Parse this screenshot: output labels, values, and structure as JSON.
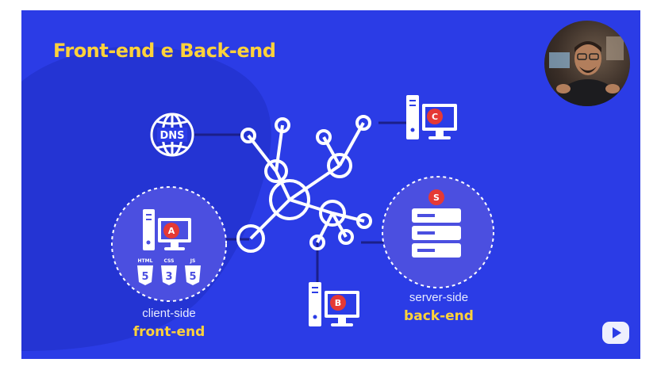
{
  "slide": {
    "title": "Front-end e Back-end"
  },
  "nodes": {
    "dns": {
      "label": "DNS"
    },
    "client_a": {
      "badge": "A"
    },
    "client_b": {
      "badge": "B"
    },
    "client_c": {
      "badge": "C"
    },
    "server": {
      "badge": "S"
    }
  },
  "tech_badges": [
    {
      "label": "HTML",
      "digit": "5"
    },
    {
      "label": "CSS",
      "digit": "3"
    },
    {
      "label": "JS",
      "digit": "5"
    }
  ],
  "captions": {
    "client_side": "client-side",
    "front_end": "front-end",
    "server_side": "server-side",
    "back_end": "back-end"
  },
  "colors": {
    "background": "#2b3ce6",
    "accent_yellow": "#ffd23a",
    "badge_red": "#e53935",
    "zone_fill": "#4b4fe0",
    "lines": "#1b1f8a"
  }
}
